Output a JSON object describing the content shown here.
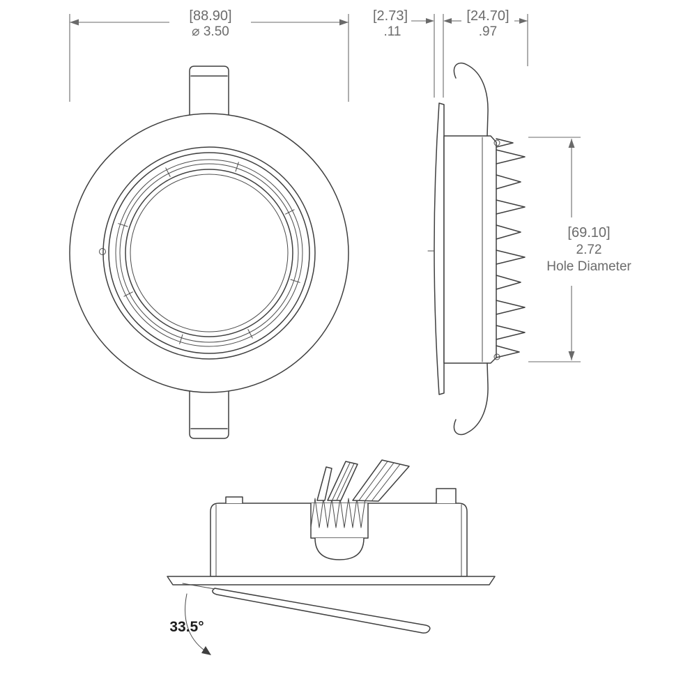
{
  "drawing": {
    "front_view": {
      "dim_diameter_primary": "[88.90]",
      "dim_diameter_secondary": "⌀ 3.50"
    },
    "side_view": {
      "dim_flange_primary": "[2.73]",
      "dim_flange_secondary": ".11",
      "dim_depth_primary": "[24.70]",
      "dim_depth_secondary": ".97",
      "dim_hole_primary": "[69.10]",
      "dim_hole_secondary": "2.72",
      "dim_hole_label": "Hole Diameter"
    },
    "tilt_view": {
      "angle": "33.5°"
    },
    "colors": {
      "line": "#3f3f3f",
      "dimension": "#6a6a6a",
      "background": "#ffffff"
    }
  }
}
